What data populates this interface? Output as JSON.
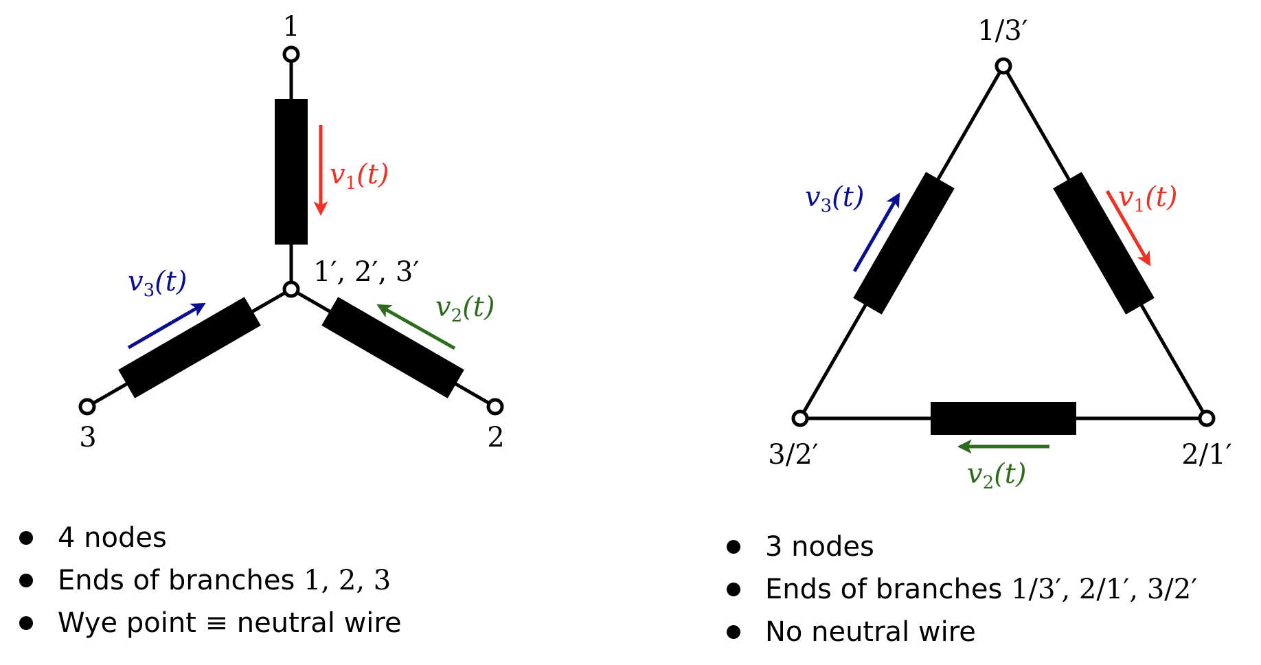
{
  "colors": {
    "v1": "#ee3124",
    "v2": "#2e6b1f",
    "v3": "#0a0f8f",
    "wire": "#000000"
  },
  "wye": {
    "nodes": {
      "n1": "1",
      "n2": "2",
      "n3": "3",
      "center": "1′, 2′, 3′"
    },
    "voltages": {
      "v1": {
        "base": "v",
        "sub": "1",
        "arg": "(t)"
      },
      "v2": {
        "base": "v",
        "sub": "2",
        "arg": "(t)"
      },
      "v3": {
        "base": "v",
        "sub": "3",
        "arg": "(t)"
      }
    },
    "bullets": [
      {
        "text": "4 nodes"
      },
      {
        "text": "Ends of branches ",
        "math": "1, 2, 3"
      },
      {
        "text": "Wye point ",
        "math": "≡",
        "tail": " neutral wire"
      }
    ]
  },
  "delta": {
    "nodes": {
      "top": "1/3′",
      "left": "3/2′",
      "right": "2/1′"
    },
    "voltages": {
      "v1": {
        "base": "v",
        "sub": "1",
        "arg": "(t)"
      },
      "v2": {
        "base": "v",
        "sub": "2",
        "arg": "(t)"
      },
      "v3": {
        "base": "v",
        "sub": "3",
        "arg": "(t)"
      }
    },
    "bullets": [
      {
        "text": "3 nodes"
      },
      {
        "text": "Ends of branches ",
        "math": "1/3′, 2/1′, 3/2′"
      },
      {
        "text": "No neutral wire"
      }
    ]
  }
}
